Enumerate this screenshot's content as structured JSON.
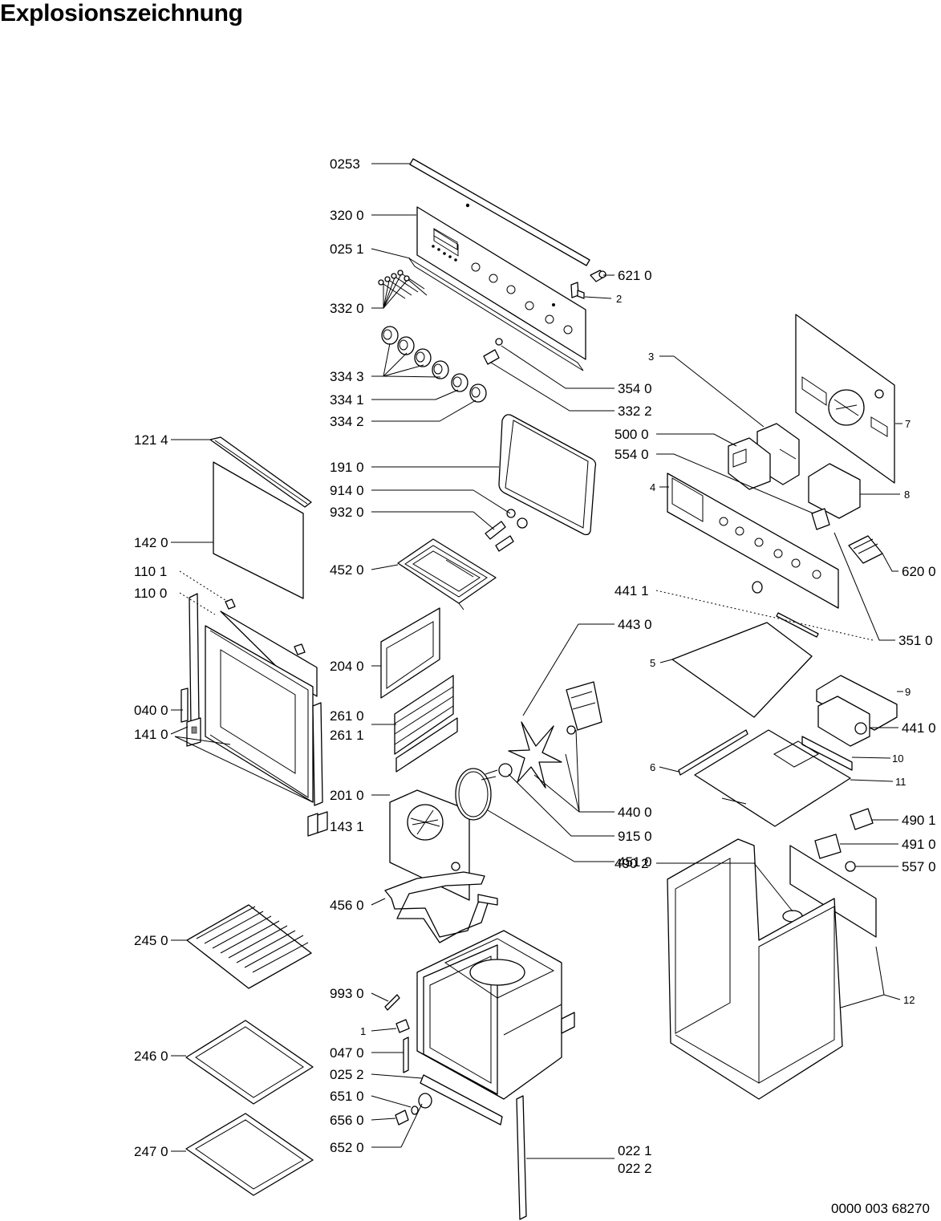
{
  "title": "Explosionszeichnung",
  "drawing_number": "0000 003 68270",
  "callouts": {
    "c0253": "0253",
    "c3200": "320 0",
    "c0251": "025 1",
    "c6210": "621 0",
    "c2": "2",
    "c3320": "332 0",
    "c3343": "334 3",
    "c3341": "334 1",
    "c3342": "334 2",
    "c3540": "354 0",
    "c3322": "332 2",
    "c3": "3",
    "c7": "7",
    "c5000": "500 0",
    "c5540": "554 0",
    "c4": "4",
    "c8": "8",
    "c6200": "620 0",
    "c4411": "441 1",
    "c3510": "351 0",
    "c1214": "121 4",
    "c1910": "191 0",
    "c9140": "914 0",
    "c9320": "932 0",
    "c1420": "142 0",
    "c4520": "452 0",
    "c1101": "110 1",
    "c1100": "110 0",
    "c4430": "443 0",
    "c5": "5",
    "c9": "9",
    "c2040": "204 0",
    "c0400": "040 0",
    "c2610": "261 0",
    "c2611": "261 1",
    "c4410": "441 0",
    "c1410": "141 0",
    "c10": "10",
    "c6": "6",
    "c11": "11",
    "c2010": "201 0",
    "c4400": "440 0",
    "c1431": "143 1",
    "c9150": "915 0",
    "c4901": "490 1",
    "c4902": "490 2",
    "c4910": "491 0",
    "c4510": "451 0",
    "c5570": "557 0",
    "c4560": "456 0",
    "c2450": "245 0",
    "c9930": "993 0",
    "c12": "12",
    "c1": "1",
    "c0470": "047 0",
    "c2460": "246 0",
    "c0252": "025 2",
    "c6510": "651 0",
    "c6560": "656 0",
    "c6520": "652 0",
    "c2470": "247 0",
    "c0221": "022 1",
    "c0222": "022 2"
  }
}
